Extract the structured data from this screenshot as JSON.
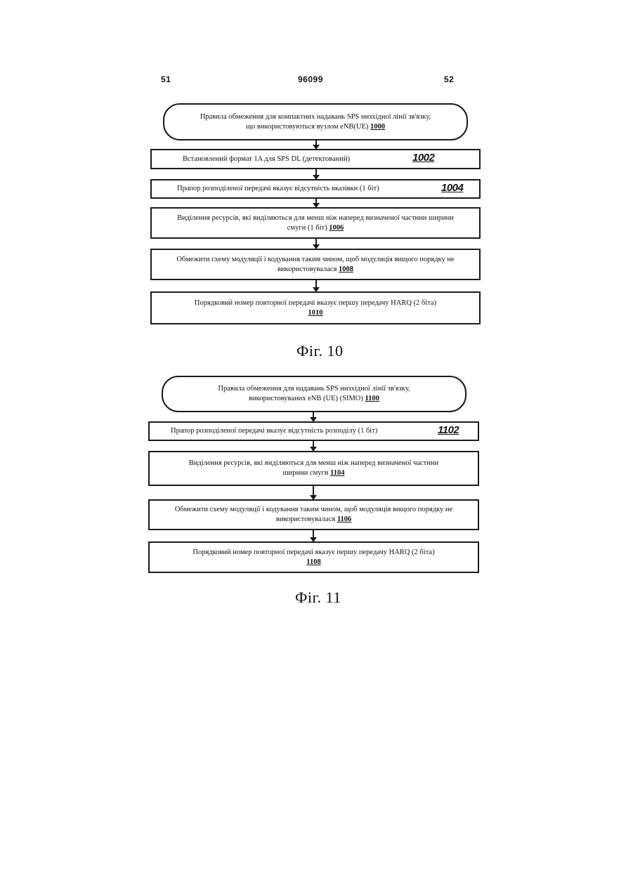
{
  "header": {
    "left": "51",
    "center": "96099",
    "right": "52"
  },
  "fig10": {
    "start": {
      "line1": "Правила обмеження для компактних надавань SPS низхідної лінії зв'язку,",
      "line2": "що використовуються вузлом eNB(UE)",
      "ref": "1000"
    },
    "steps": [
      {
        "text": "Встановлений формат 1A для SPS DL (детектований)",
        "tag": "1002"
      },
      {
        "text": "Прапор розподіленої передачі вказує відсутність вказівки (1 біт)",
        "tag": "1004"
      },
      {
        "line1": "Виділення ресурсів, які виділяються для менш ніж наперед визначеної частини ширини",
        "line2": "смуги (1 біт)",
        "ref": "1006"
      },
      {
        "line1": "Обмежити схему модуляції і кодування таким чином, щоб модуляція вищого порядку не",
        "line2": "використовувалася",
        "ref": "1008"
      },
      {
        "line1": "Порядковий номер повторної передачі вказує першу передачу HARQ (2 біта)",
        "ref": "1010"
      }
    ],
    "caption": "Фіг. 10"
  },
  "fig11": {
    "start": {
      "line1": "Правила обмеження для надавань SPS низхідної лінії зв'язку,",
      "line2": "використовуваних eNB (UE) (SIMO)",
      "ref": "1100"
    },
    "steps": [
      {
        "text": "Прапор розподіленої передачі вказує відсутність розподілу (1 біт)",
        "tag": "1102"
      },
      {
        "line1": "Виділення ресурсів, які виділяються для менш ніж наперед визначеної частини",
        "line2": "ширини смуги",
        "ref": "1104"
      },
      {
        "line1": "Обмежити схему модуляції і кодування таким чином, щоб модуляція вищого порядку не",
        "line2": "використовувалася",
        "ref": "1106"
      },
      {
        "line1": "Порядковий номер повторної передачі вказує першу передачу HARQ (2 біта)",
        "ref": "1108"
      }
    ],
    "caption": "Фіг. 11"
  }
}
